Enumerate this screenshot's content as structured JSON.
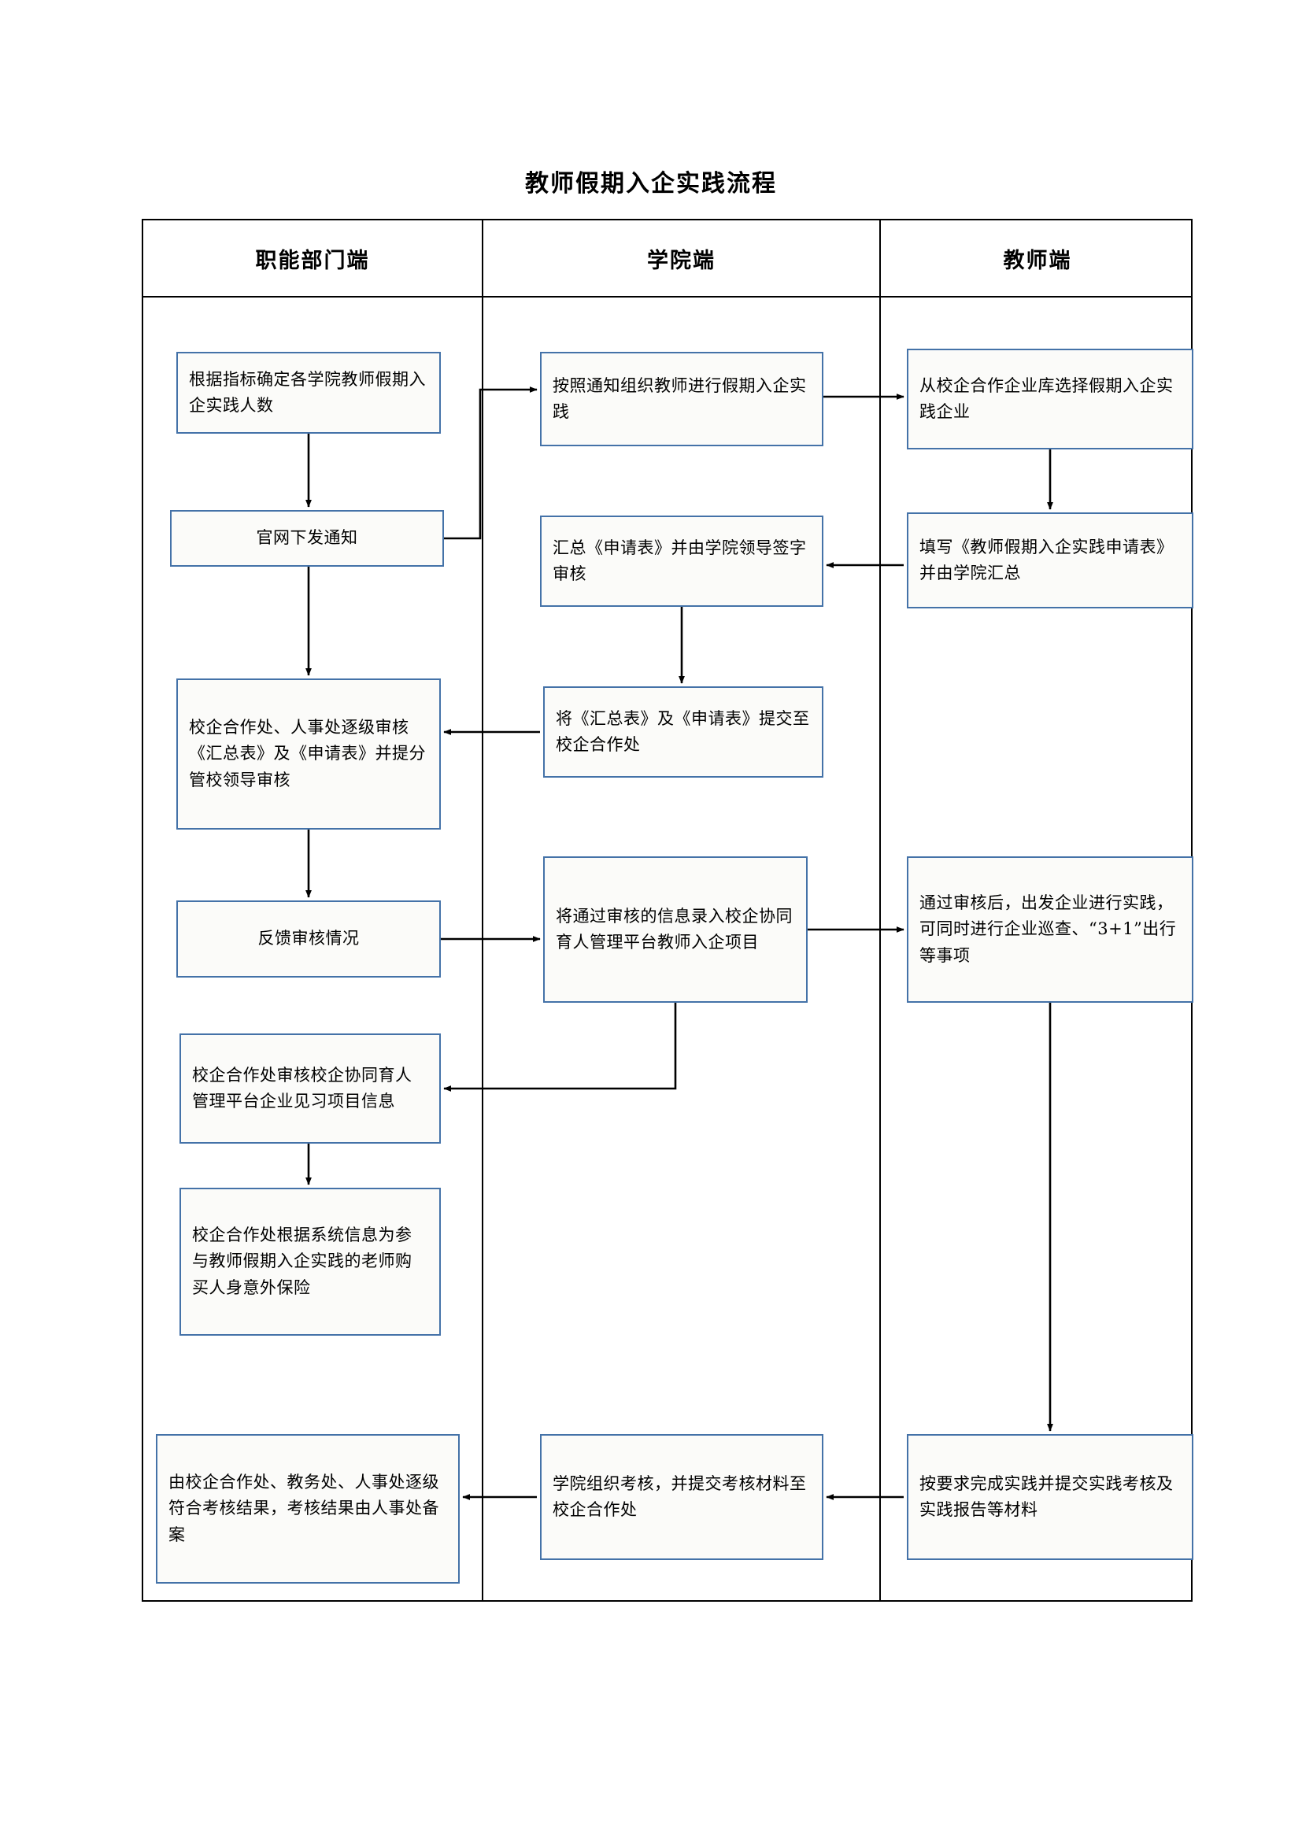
{
  "document": {
    "title": "教师假期入企实践流程"
  },
  "lanes": [
    {
      "id": "functional-department",
      "label": "职能部门端"
    },
    {
      "id": "college",
      "label": "学院端"
    },
    {
      "id": "teacher",
      "label": "教师端"
    }
  ],
  "nodes": {
    "fd1": "根据指标确定各学院教师假期入企实践人数",
    "fd2": "官网下发通知",
    "fd3": "校企合作处、人事处逐级审核《汇总表》及《申请表》并提分管校领导审核",
    "fd4": "反馈审核情况",
    "fd5": "校企合作处审核校企协同育人管理平台企业见习项目信息",
    "fd6": "校企合作处根据系统信息为参与教师假期入企实践的老师购买人身意外保险",
    "fd7": "由校企合作处、教务处、人事处逐级符合考核结果，考核结果由人事处备案",
    "co1": "按照通知组织教师进行假期入企实践",
    "co2": "汇总《申请表》并由学院领导签字审核",
    "co3": "将《汇总表》及《申请表》提交至校企合作处",
    "co4": "将通过审核的信息录入校企协同育人管理平台教师入企项目",
    "co5": "学院组织考核，并提交考核材料至校企合作处",
    "te1": "从校企合作企业库选择假期入企实践企业",
    "te2": "填写《教师假期入企实践申请表》并由学院汇总",
    "te3": "通过审核后，出发企业进行实践，可同时进行企业巡查、“3+1”出行等事项",
    "te4": "按要求完成实践并提交实践考核及实践报告等材料"
  },
  "style": {
    "node_border_color": "#4472a8",
    "node_fill_color": "#fbfbf9",
    "lane_border_color": "#000000",
    "connector_color": "#000000"
  }
}
